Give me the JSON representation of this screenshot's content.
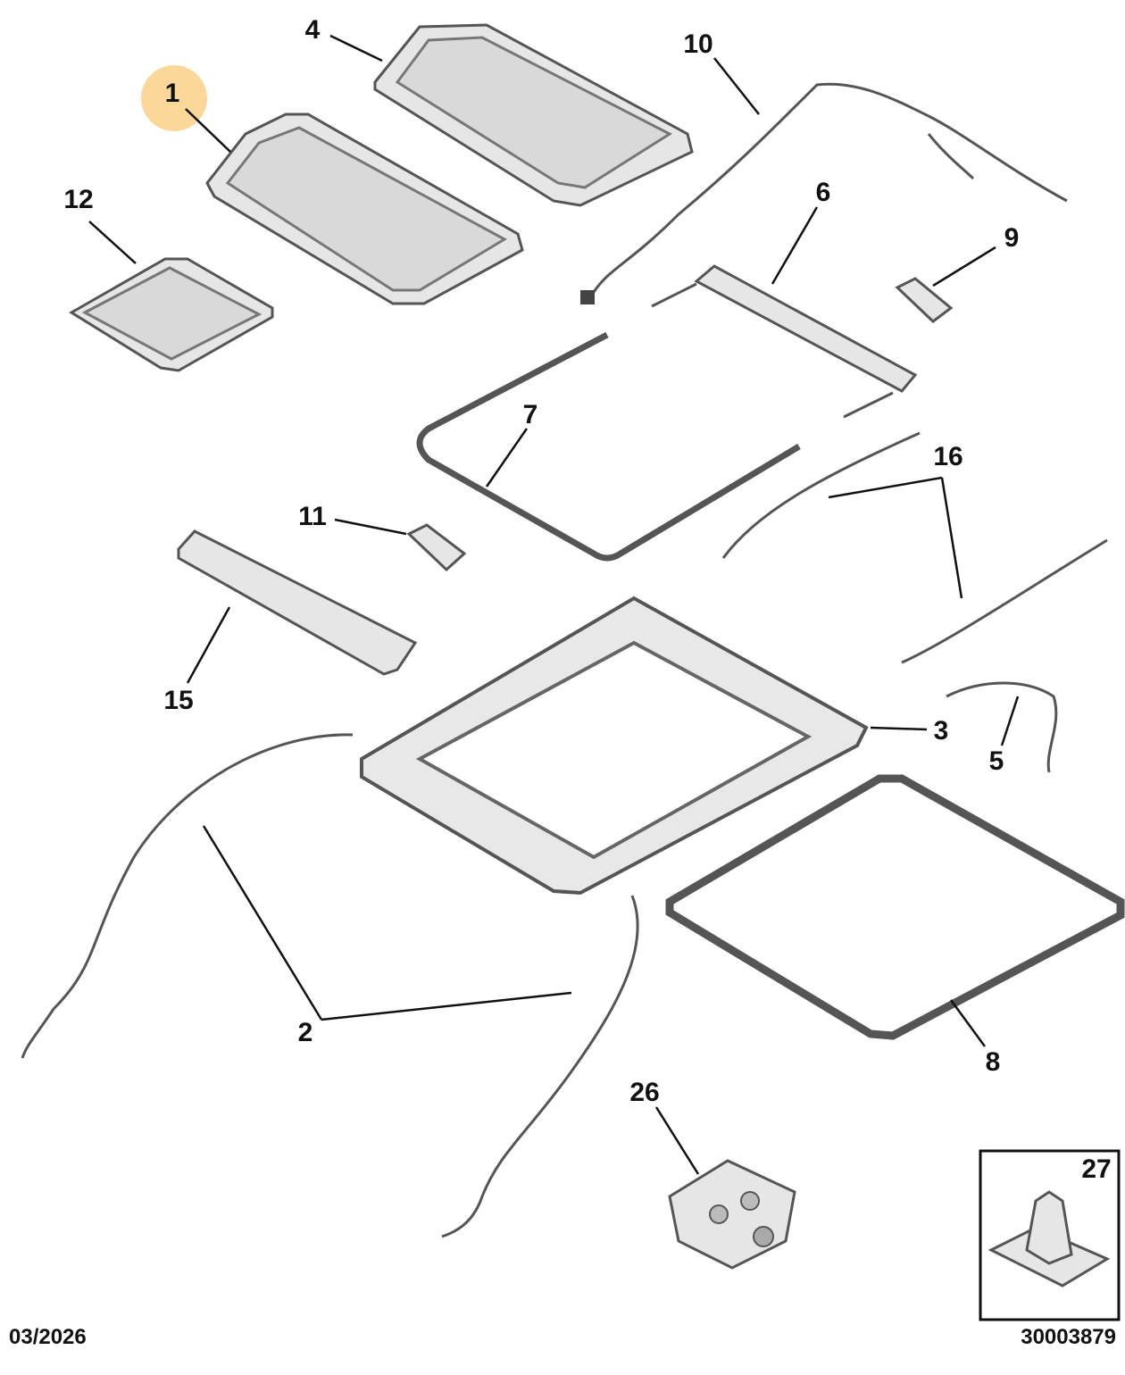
{
  "diagram": {
    "highlight_color": "#fbd89a",
    "highlighted_part": "1",
    "parts": [
      {
        "id": "p1",
        "label": "1"
      },
      {
        "id": "p2",
        "label": "2"
      },
      {
        "id": "p3",
        "label": "3"
      },
      {
        "id": "p4",
        "label": "4"
      },
      {
        "id": "p5",
        "label": "5"
      },
      {
        "id": "p6",
        "label": "6"
      },
      {
        "id": "p7",
        "label": "7"
      },
      {
        "id": "p8",
        "label": "8"
      },
      {
        "id": "p9",
        "label": "9"
      },
      {
        "id": "p10",
        "label": "10"
      },
      {
        "id": "p11",
        "label": "11"
      },
      {
        "id": "p12",
        "label": "12"
      },
      {
        "id": "p15",
        "label": "15"
      },
      {
        "id": "p16",
        "label": "16"
      },
      {
        "id": "p26",
        "label": "26"
      },
      {
        "id": "p27",
        "label": "27"
      }
    ],
    "footer": {
      "date": "03/2026",
      "reference": "30003879"
    }
  }
}
